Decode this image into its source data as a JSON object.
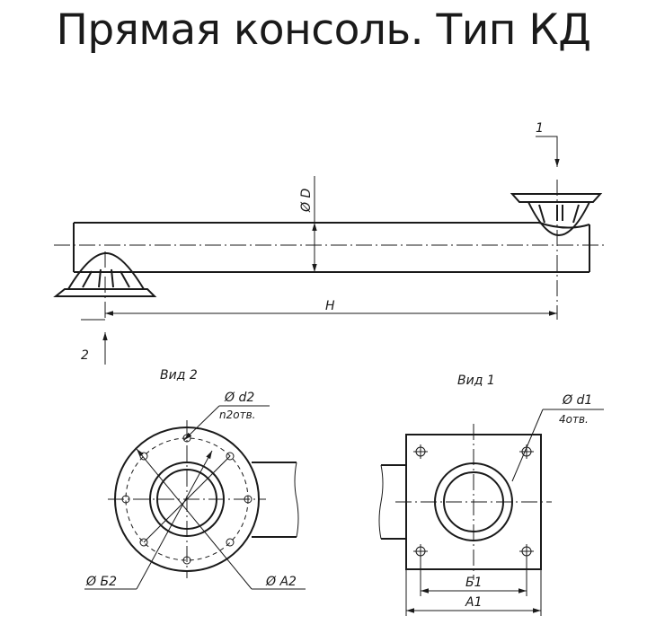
{
  "title": "Прямая консоль. Тип КД",
  "side_view": {
    "dim_D": "Ø D",
    "dim_H": "H",
    "view_mark_1": "1",
    "view_mark_2": "2"
  },
  "view2": {
    "caption": "Вид 2",
    "hole_dia": "Ø d2",
    "hole_count": "n2отв.",
    "dia_B2": "Ø Б2",
    "dia_A2": "Ø A2"
  },
  "view1": {
    "caption": "Вид 1",
    "hole_dia": "Ø d1",
    "hole_count": "4отв.",
    "dim_B1": "Б1",
    "dim_A1": "A1"
  }
}
